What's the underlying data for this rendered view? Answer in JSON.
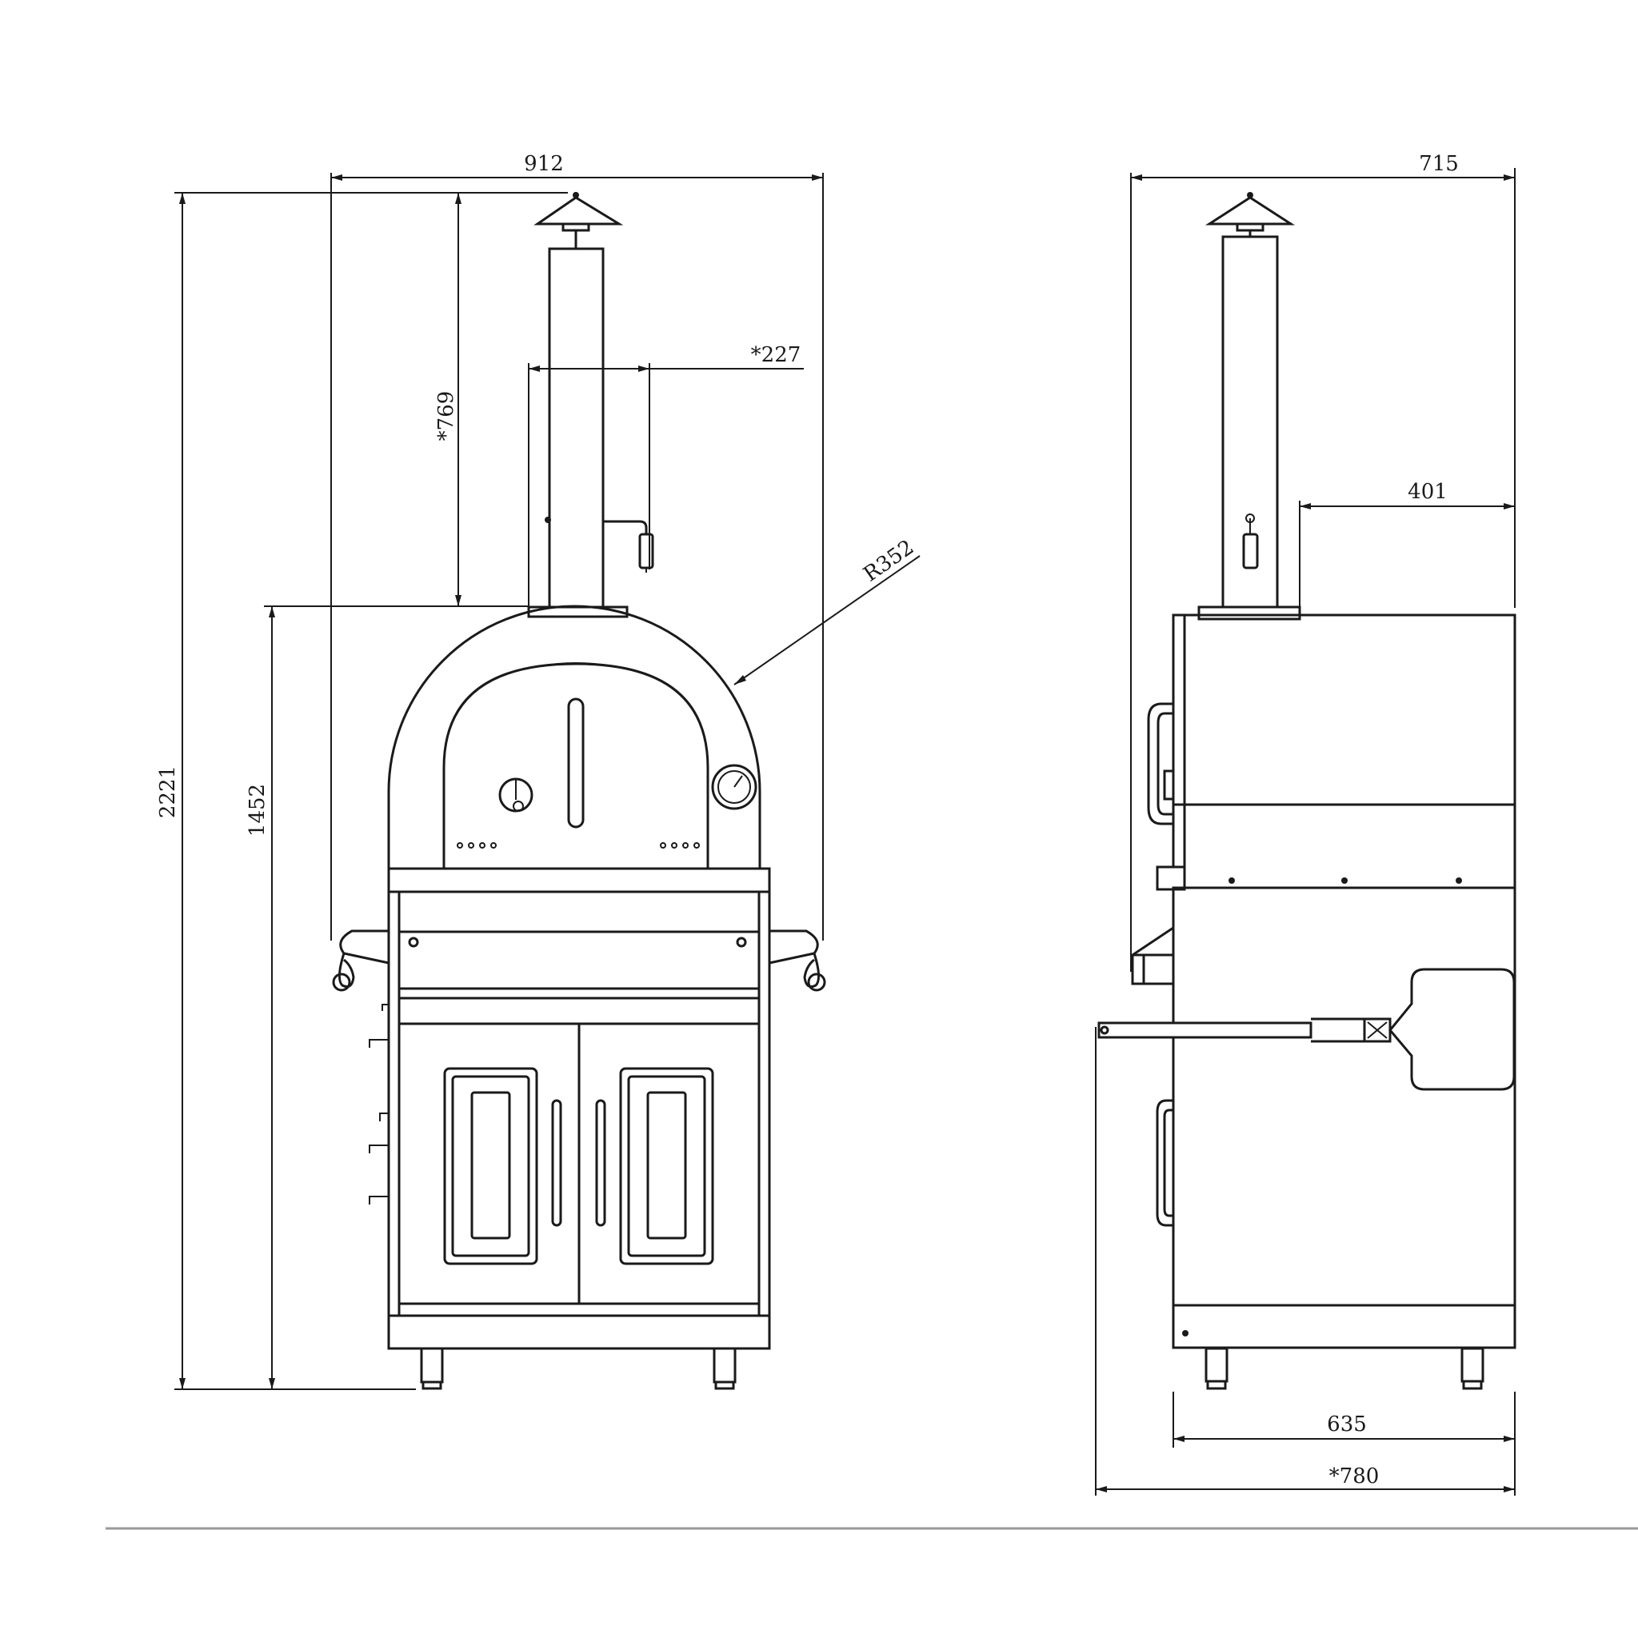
{
  "front_view": {
    "overall_width": "912",
    "overall_height": "2221",
    "base_to_top_height": "1452",
    "chimney_height": "*769",
    "chimney_offset": "*227",
    "dome_radius": "R352"
  },
  "side_view": {
    "overall_depth": "715",
    "chimney_depth": "401",
    "base_depth": "635",
    "total_depth": "*780"
  }
}
